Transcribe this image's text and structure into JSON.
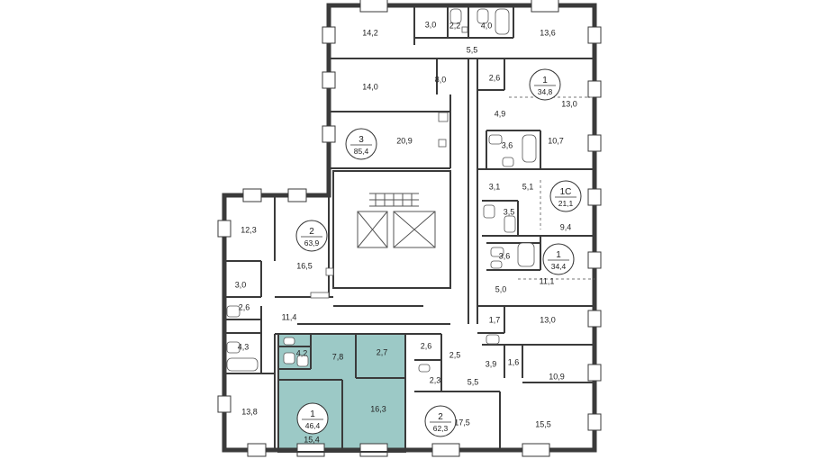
{
  "colors": {
    "highlight": "#9cc9c6",
    "wall": "#3a3a3a"
  },
  "rooms": [
    "14,2",
    "3,0",
    "2,2",
    "4,0",
    "13,6",
    "5,5",
    "14,0",
    "8,0",
    "2,6",
    "34,8",
    "4,9",
    "13,0",
    "20,9",
    "85,4",
    "3,6",
    "10,7",
    "12,3",
    "63,9",
    "3,1",
    "5,1",
    "21,1",
    "3,5",
    "9,4",
    "16,5",
    "3,6",
    "34,4",
    "11,1",
    "3,0",
    "5,0",
    "2,6",
    "11,4",
    "1,7",
    "13,0",
    "4,3",
    "4,2",
    "7,8",
    "2,7",
    "2,6",
    "2,5",
    "3,9",
    "1,6",
    "10,9",
    "2,3",
    "5,5",
    "13,8",
    "46,4",
    "16,3",
    "62,3",
    "17,5",
    "15,5",
    "15,4"
  ],
  "apartments": [
    {
      "rooms": "1",
      "area": "34,8"
    },
    {
      "rooms": "3",
      "area": "85,4"
    },
    {
      "rooms": "2",
      "area": "63,9"
    },
    {
      "rooms": "1С",
      "area": "21,1"
    },
    {
      "rooms": "1",
      "area": "34,4"
    },
    {
      "rooms": "1",
      "area": "46,4"
    },
    {
      "rooms": "2",
      "area": "62,3"
    }
  ]
}
